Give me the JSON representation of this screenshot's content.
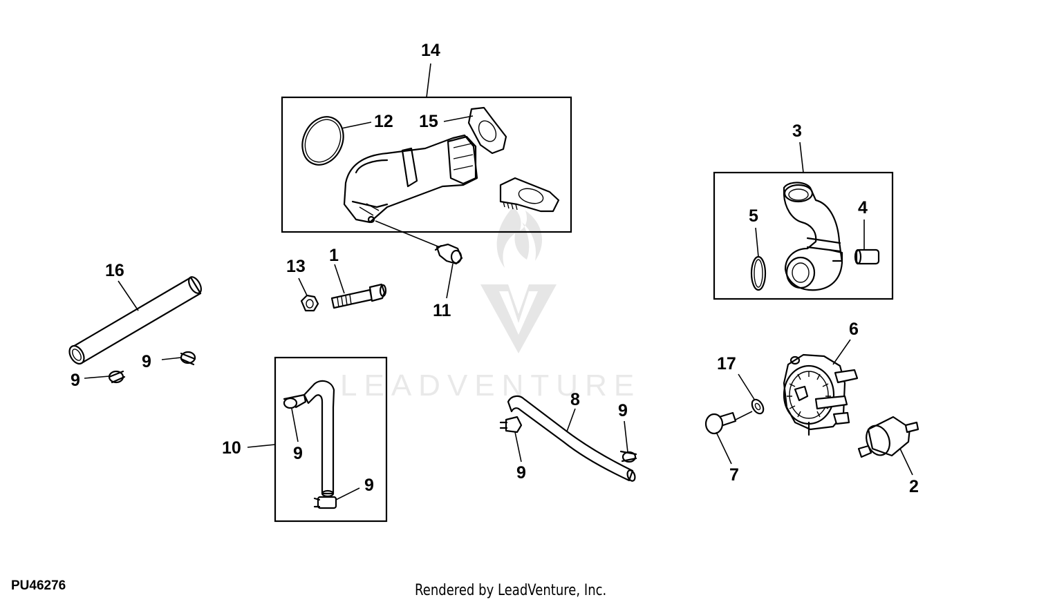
{
  "figure_id": "PU46276",
  "credit": "Rendered by LeadVenture, Inc.",
  "watermark": "LEADVENTURE",
  "callouts": {
    "c14": "14",
    "c12": "12",
    "c15": "15",
    "c3": "3",
    "c5": "5",
    "c4": "4",
    "c16": "16",
    "c13": "13",
    "c1": "1",
    "c11": "11",
    "c9a": "9",
    "c9b": "9",
    "c10": "10",
    "c9c": "9",
    "c9d": "9",
    "c8": "8",
    "c9e": "9",
    "c9f": "9",
    "c6": "6",
    "c17": "17",
    "c7": "7",
    "c2": "2"
  }
}
